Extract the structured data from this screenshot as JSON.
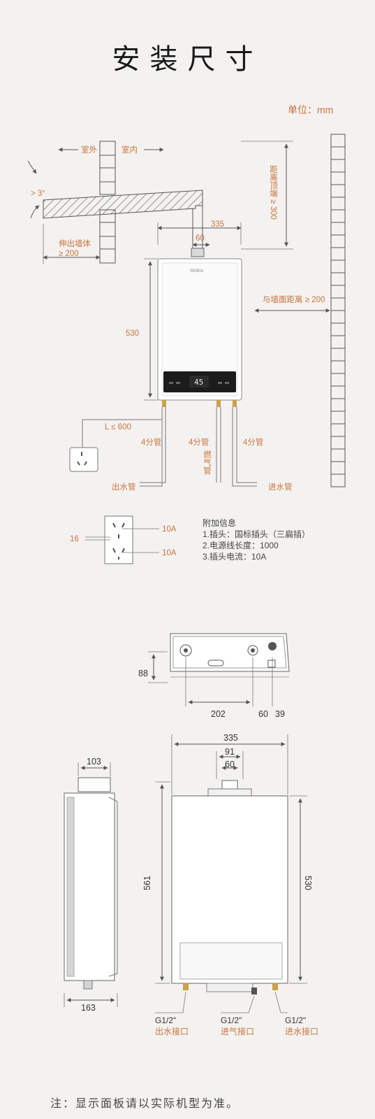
{
  "title": "安装尺寸",
  "unit": "单位：mm",
  "install": {
    "outdoor": "室外",
    "indoor": "室内",
    "slope": "> 3°",
    "extend_label": "伸出墙体",
    "extend_value": "≥ 200",
    "dim_335": "335",
    "dim_60": "60",
    "top_distance": "距离顶端 ≥ 300",
    "wall_distance": "与墙面距离 ≥ 200",
    "height_530": "530",
    "cable_length": "L ≤ 600",
    "pipe_left": "4分管",
    "pipe_mid": "4分管",
    "gas_pipe": "燃气管",
    "pipe_right": "4分管",
    "outlet": "出水管",
    "inlet": "进水管",
    "display_value": "45",
    "brand": "Midea"
  },
  "plug": {
    "width": "16",
    "current_top": "10A",
    "current_bottom": "10A",
    "info_title": "附加信息",
    "info_items": [
      "1.插头：国标插头（三扁插）",
      "2.电源线长度：1000",
      "3.插头电流：10A"
    ]
  },
  "bottom_view": {
    "dim_88": "88",
    "dim_202": "202",
    "dim_60": "60",
    "dim_39": "39"
  },
  "side_view": {
    "dim_103": "103",
    "dim_163": "163"
  },
  "front_view": {
    "dim_335": "335",
    "dim_91": "91",
    "dim_60": "60",
    "dim_561": "561",
    "dim_530": "530",
    "outlet_size": "G1/2\"",
    "outlet_name": "出水接口",
    "gas_size": "G1/2\"",
    "gas_name": "进气接口",
    "inlet_size": "G1/2\"",
    "inlet_name": "进水接口"
  },
  "note": "注：显示面板请以实际机型为准。",
  "colors": {
    "accent": "#c8743a",
    "line": "#6b6b6b",
    "background": "#f4f2f1"
  }
}
